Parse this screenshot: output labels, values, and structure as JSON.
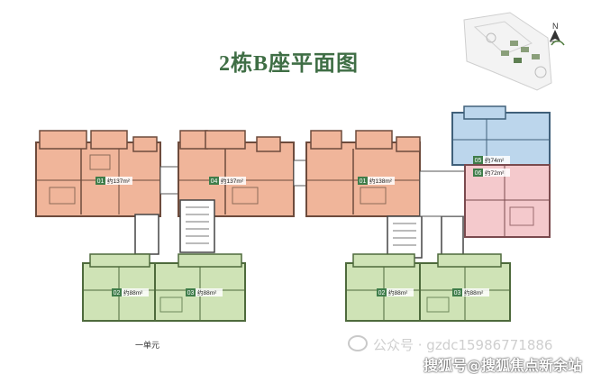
{
  "title": "2栋B座平面图",
  "compass": {
    "label": "N"
  },
  "units": [
    {
      "id": "01",
      "area": "约137m²",
      "color": "#f0b59a"
    },
    {
      "id": "04",
      "area": "约137m²",
      "color": "#f0b59a"
    },
    {
      "id": "01",
      "area": "约138m²",
      "color": "#f0b59a"
    },
    {
      "id": "05",
      "area": "约74m²",
      "color": "#bcd6ec"
    },
    {
      "id": "06",
      "area": "约72m²",
      "color": "#f4c9cc"
    },
    {
      "id": "02",
      "area": "约88m²",
      "color": "#cfe3b6"
    },
    {
      "id": "03",
      "area": "约88m²",
      "color": "#cfe3b6"
    },
    {
      "id": "02",
      "area": "约88m²",
      "color": "#cfe3b6"
    },
    {
      "id": "03",
      "area": "约88m²",
      "color": "#cfe3b6"
    }
  ],
  "block_label": "一单元",
  "tag_color": "#3f7d4a",
  "watermark": {
    "line1": "公众号 · gzdc15986771886",
    "line2": "搜狐号@搜狐焦点新余站"
  }
}
